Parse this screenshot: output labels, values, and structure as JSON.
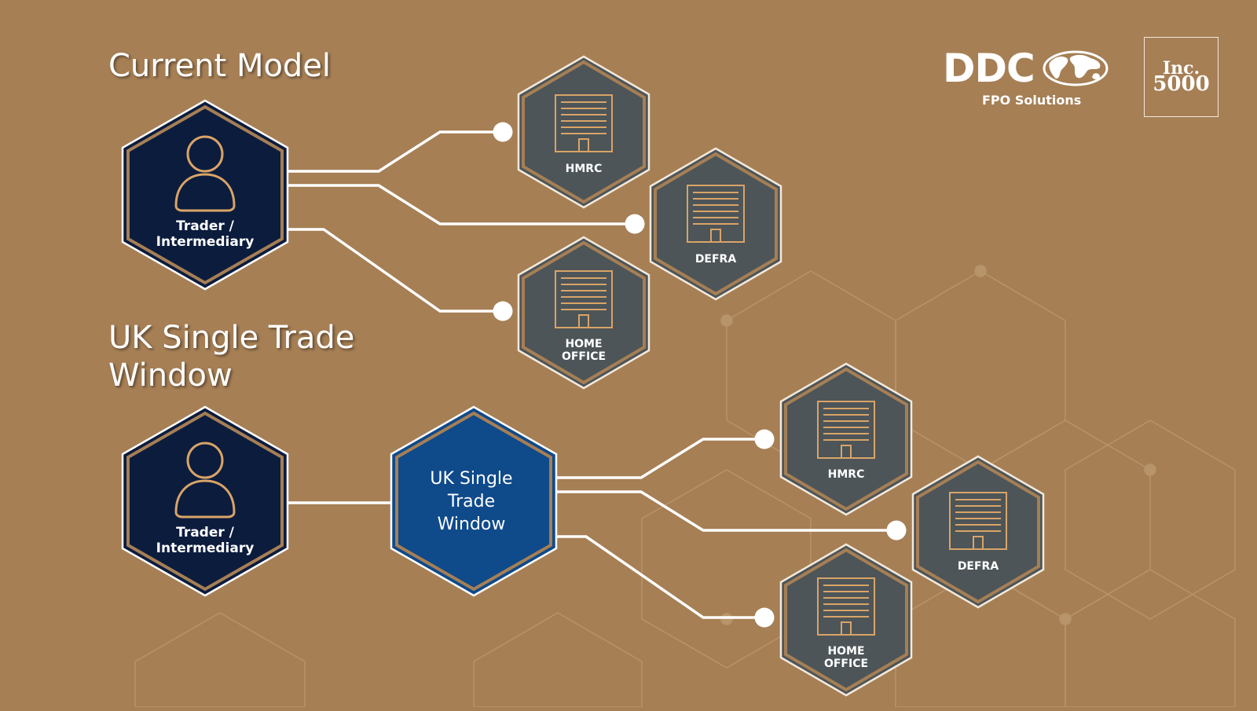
{
  "headings": {
    "current_model": "Current Model",
    "single_window_line1": "UK Single Trade",
    "single_window_line2": "Window"
  },
  "logo": {
    "brand": "DDC",
    "tagline": "FPO Solutions",
    "badge_line1": "Inc.",
    "badge_line2": "5000"
  },
  "current_model": {
    "trader": {
      "line1": "Trader /",
      "line2": "Intermediary"
    },
    "agencies": [
      {
        "line1": "HMRC",
        "line2": ""
      },
      {
        "line1": "DEFRA",
        "line2": ""
      },
      {
        "line1": "HOME",
        "line2": "OFFICE"
      }
    ]
  },
  "single_window_model": {
    "trader": {
      "line1": "Trader /",
      "line2": "Intermediary"
    },
    "hub": {
      "line1": "UK Single",
      "line2": "Trade",
      "line3": "Window"
    },
    "agencies": [
      {
        "line1": "HMRC",
        "line2": ""
      },
      {
        "line1": "DEFRA",
        "line2": ""
      },
      {
        "line1": "HOME",
        "line2": "OFFICE"
      }
    ]
  },
  "colors": {
    "background": "#a67f55",
    "trader_hex": "#0c1c3d",
    "hub_hex": "#0f4a8a",
    "agency_hex": "#4d5558",
    "icon_stroke": "#d9a467",
    "connector": "#ffffff"
  }
}
